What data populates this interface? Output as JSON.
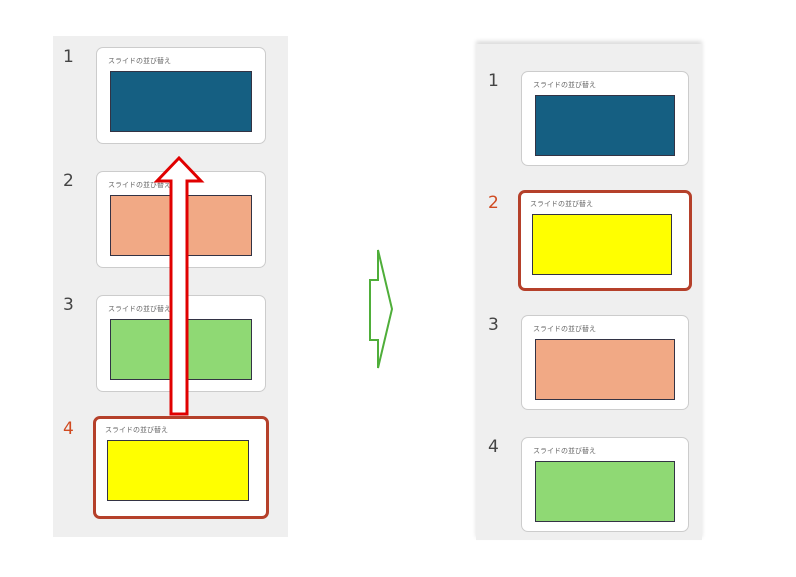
{
  "slide_title": "スライドの並び替え",
  "before": {
    "slides": [
      {
        "number": "1",
        "color": "#155f82",
        "selected": false
      },
      {
        "number": "2",
        "color": "#f1a985",
        "selected": false
      },
      {
        "number": "3",
        "color": "#8fd974",
        "selected": false
      },
      {
        "number": "4",
        "color": "#ffff00",
        "selected": true
      }
    ]
  },
  "after": {
    "slides": [
      {
        "number": "1",
        "color": "#155f82",
        "selected": false
      },
      {
        "number": "2",
        "color": "#ffff00",
        "selected": true
      },
      {
        "number": "3",
        "color": "#f1a985",
        "selected": false
      },
      {
        "number": "4",
        "color": "#8fd974",
        "selected": false
      }
    ]
  },
  "colors": {
    "selection": "#b5402a",
    "move_arrow": "#e00000",
    "transition_arrow": "#4fae3a"
  }
}
